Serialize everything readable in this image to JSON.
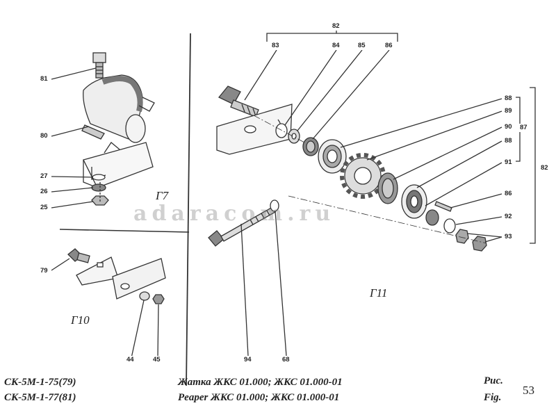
{
  "callouts": {
    "c81": "81",
    "c80": "80",
    "c27": "27",
    "c26": "26",
    "c25": "25",
    "c79": "79",
    "c44": "44",
    "c45": "45",
    "c94": "94",
    "c68": "68",
    "c82top": "82",
    "c83": "83",
    "c84": "84",
    "c85": "85",
    "c86top": "86",
    "c88a": "88",
    "c89": "89",
    "c90": "90",
    "c87": "87",
    "c88b": "88",
    "c91": "91",
    "c82right": "82",
    "c86b": "86",
    "c92": "92",
    "c93": "93"
  },
  "views": {
    "g7": "Г7",
    "g10": "Г10",
    "g11": "Г11"
  },
  "watermark": "adaracom.ru",
  "footer": {
    "model_1": "СК-5М-1-75(79)",
    "model_2": "СК-5М-1-77(81)",
    "title_ru": "Жатка ЖКС 01.000; ЖКС 01.000-01",
    "title_en": "Peaper ЖКС 01.000; ЖКС 01.000-01",
    "fig_ru": "Рис.",
    "fig_en": "Fig.",
    "fig_number": "53"
  }
}
